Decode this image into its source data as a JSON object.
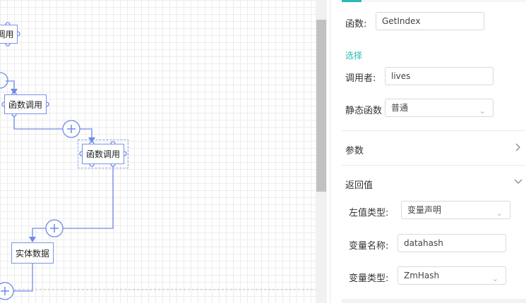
{
  "canvas": {
    "nodes": {
      "partial_call": "调用",
      "call1": "函数调用",
      "call2": "函数调用",
      "entity": "实体数据"
    }
  },
  "panel": {
    "function_label": "函数:",
    "function_value": "GetIndex",
    "select_heading": "选择",
    "caller_label": "调用者:",
    "caller_value": "lives",
    "static_label": "静态函数",
    "static_value": "普通",
    "params_title": "参数",
    "return_title": "返回值",
    "lhs_type_label": "左值类型:",
    "lhs_type_value": "变量声明",
    "var_name_label": "变量名称:",
    "var_name_value": "datahash",
    "var_type_label": "变量类型:",
    "var_type_value": "ZmHash"
  },
  "colors": {
    "accent": "#2db7b5",
    "node_border": "#7b93e8",
    "connector": "#6f8ae6"
  },
  "icons": {
    "add": "plus-circle-icon",
    "expand": "chevron-right-icon",
    "collapse": "chevron-down-icon"
  }
}
